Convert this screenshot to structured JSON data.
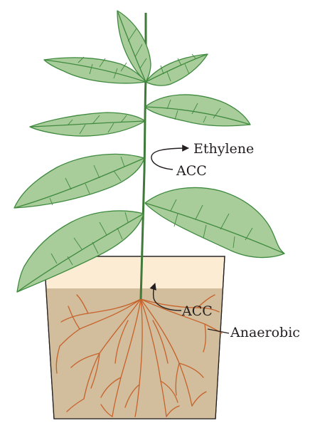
{
  "labels": {
    "ethylene": "Ethylene",
    "acc_stem": "ACC",
    "acc_root": "ACC",
    "anaerobic": "Anaerobic"
  },
  "colors": {
    "leaf_fill": "#a9cd9a",
    "leaf_stroke": "#3f8a3f",
    "stem": "#3f7a3a",
    "pot_top": "#fbecd3",
    "soil": "#d2bd9c",
    "roots": "#c7622b",
    "ink": "#231f20"
  }
}
